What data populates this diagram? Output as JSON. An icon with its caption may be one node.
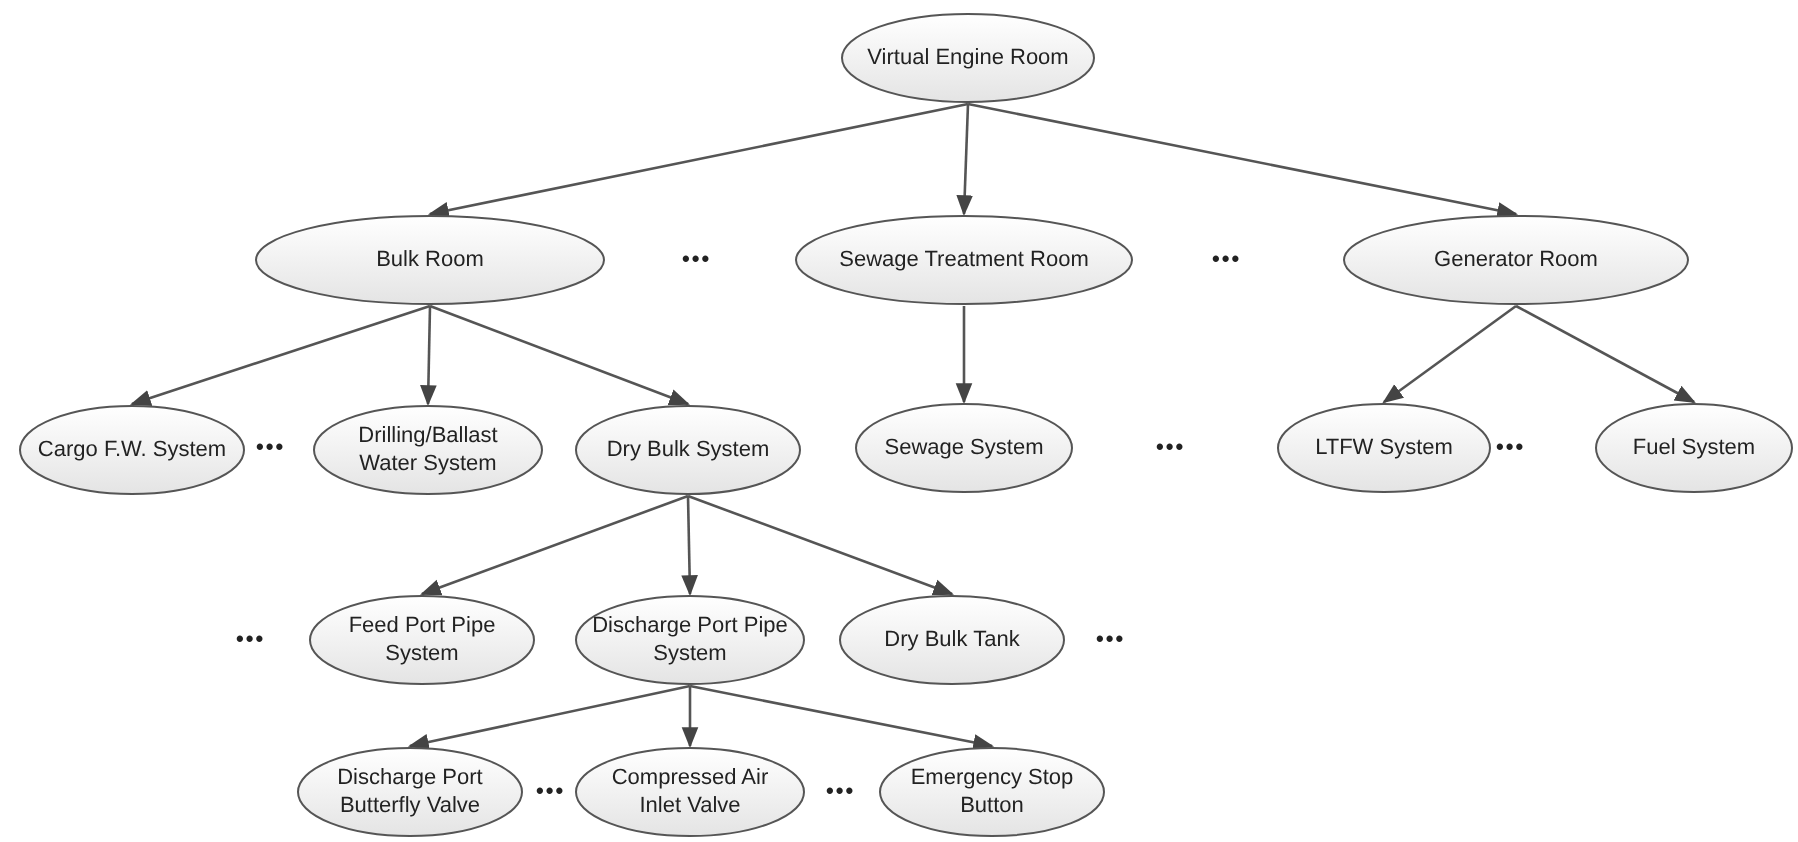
{
  "diagram": {
    "nodes": [
      {
        "text": [
          "Virtual Engine Room"
        ]
      },
      {
        "text": [
          "Bulk Room"
        ]
      },
      {
        "text": [
          "Sewage Treatment Room"
        ]
      },
      {
        "text": [
          "Generator Room"
        ]
      },
      {
        "text": [
          "Cargo F.W. System"
        ]
      },
      {
        "text": [
          "Drilling/Ballast Water System"
        ]
      },
      {
        "text": [
          "Dry Bulk System"
        ]
      },
      {
        "text": [
          "Sewage System"
        ]
      },
      {
        "text": [
          "LTFW System"
        ]
      },
      {
        "text": [
          "Fuel System"
        ]
      },
      {
        "text": [
          "Feed Port Pipe System"
        ]
      },
      {
        "text": [
          "Discharge Port Pipe System"
        ]
      },
      {
        "text": [
          "Dry Bulk Tank"
        ]
      },
      {
        "text": [
          "Discharge Port Butterfly Valve"
        ]
      },
      {
        "text": [
          "Compressed Air Inlet Valve"
        ]
      },
      {
        "text": [
          "Emergency Stop Button"
        ]
      }
    ],
    "edges": [
      {
        "from": 0,
        "to": 1,
        "arrow": "to"
      },
      {
        "from": 0,
        "to": 2,
        "arrow": "to"
      },
      {
        "from": 0,
        "to": 3,
        "arrow": "to"
      },
      {
        "from": 1,
        "to": 4,
        "arrow": "to"
      },
      {
        "from": 1,
        "to": 5,
        "arrow": "to"
      },
      {
        "from": 1,
        "to": 6,
        "arrow": "to"
      },
      {
        "from": 2,
        "to": 7,
        "arrow": "to"
      },
      {
        "from": 3,
        "to": 8,
        "arrow": "to"
      },
      {
        "from": 3,
        "to": 9,
        "arrow": "to"
      },
      {
        "from": 6,
        "to": 10,
        "arrow": "to"
      },
      {
        "from": 6,
        "to": 11,
        "arrow": "to"
      },
      {
        "from": 6,
        "to": 12,
        "arrow": "to"
      },
      {
        "from": 11,
        "to": 13,
        "arrow": "to"
      },
      {
        "from": 11,
        "to": 14,
        "arrow": "to"
      },
      {
        "from": 11,
        "to": 15,
        "arrow": "to"
      }
    ],
    "labels": [
      "•••",
      "•••",
      "•••",
      "•••",
      "•••",
      "•••",
      "•••",
      "•••",
      "•••"
    ]
  }
}
